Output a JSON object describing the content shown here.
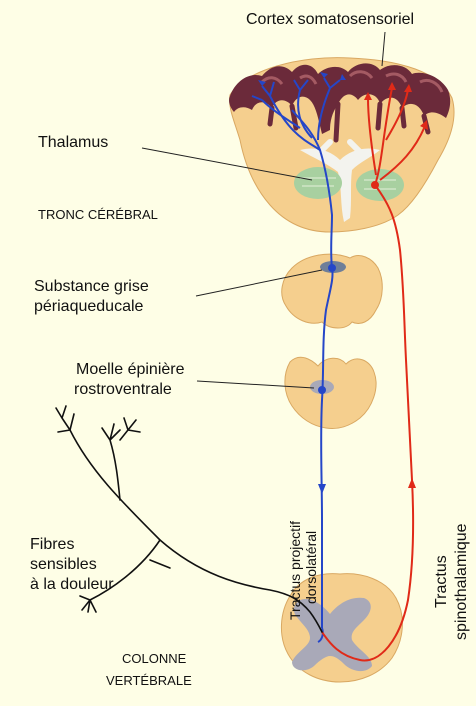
{
  "labels": {
    "cortex": "Cortex somatosensoriel",
    "thalamus": "Thalamus",
    "tronc": "TRONC CÉRÉBRAL",
    "substance_l1": "Substance grise",
    "substance_l2": "périaqueducale",
    "moelle_l1": "Moelle épinière",
    "moelle_l2": "rostroventrale",
    "fibres_l1": "Fibres",
    "fibres_l2": "sensibles",
    "fibres_l3": "à la douleur",
    "tractus_proj_l1": "Tractus projectif",
    "tractus_proj_l2": "dorsolatéral",
    "tractus_spino_l1": "Tractus",
    "tractus_spino_l2": "spinothalamique",
    "colonne_l1": "COLONNE",
    "colonne_l2": "VERTÉBRALE"
  },
  "colors": {
    "background": "#fefee6",
    "tissue": "#f5cf8e",
    "cortex_dark": "#6b2a3a",
    "cortex_mid": "#a45a63",
    "white_matter": "#f3f3ee",
    "thalamus_nuclei": "#a8d0a0",
    "grey_matter": "#a9a9b8",
    "descending_pathway": "#2546c8",
    "ascending_pathway": "#e02a18",
    "nerve": "#111111"
  }
}
